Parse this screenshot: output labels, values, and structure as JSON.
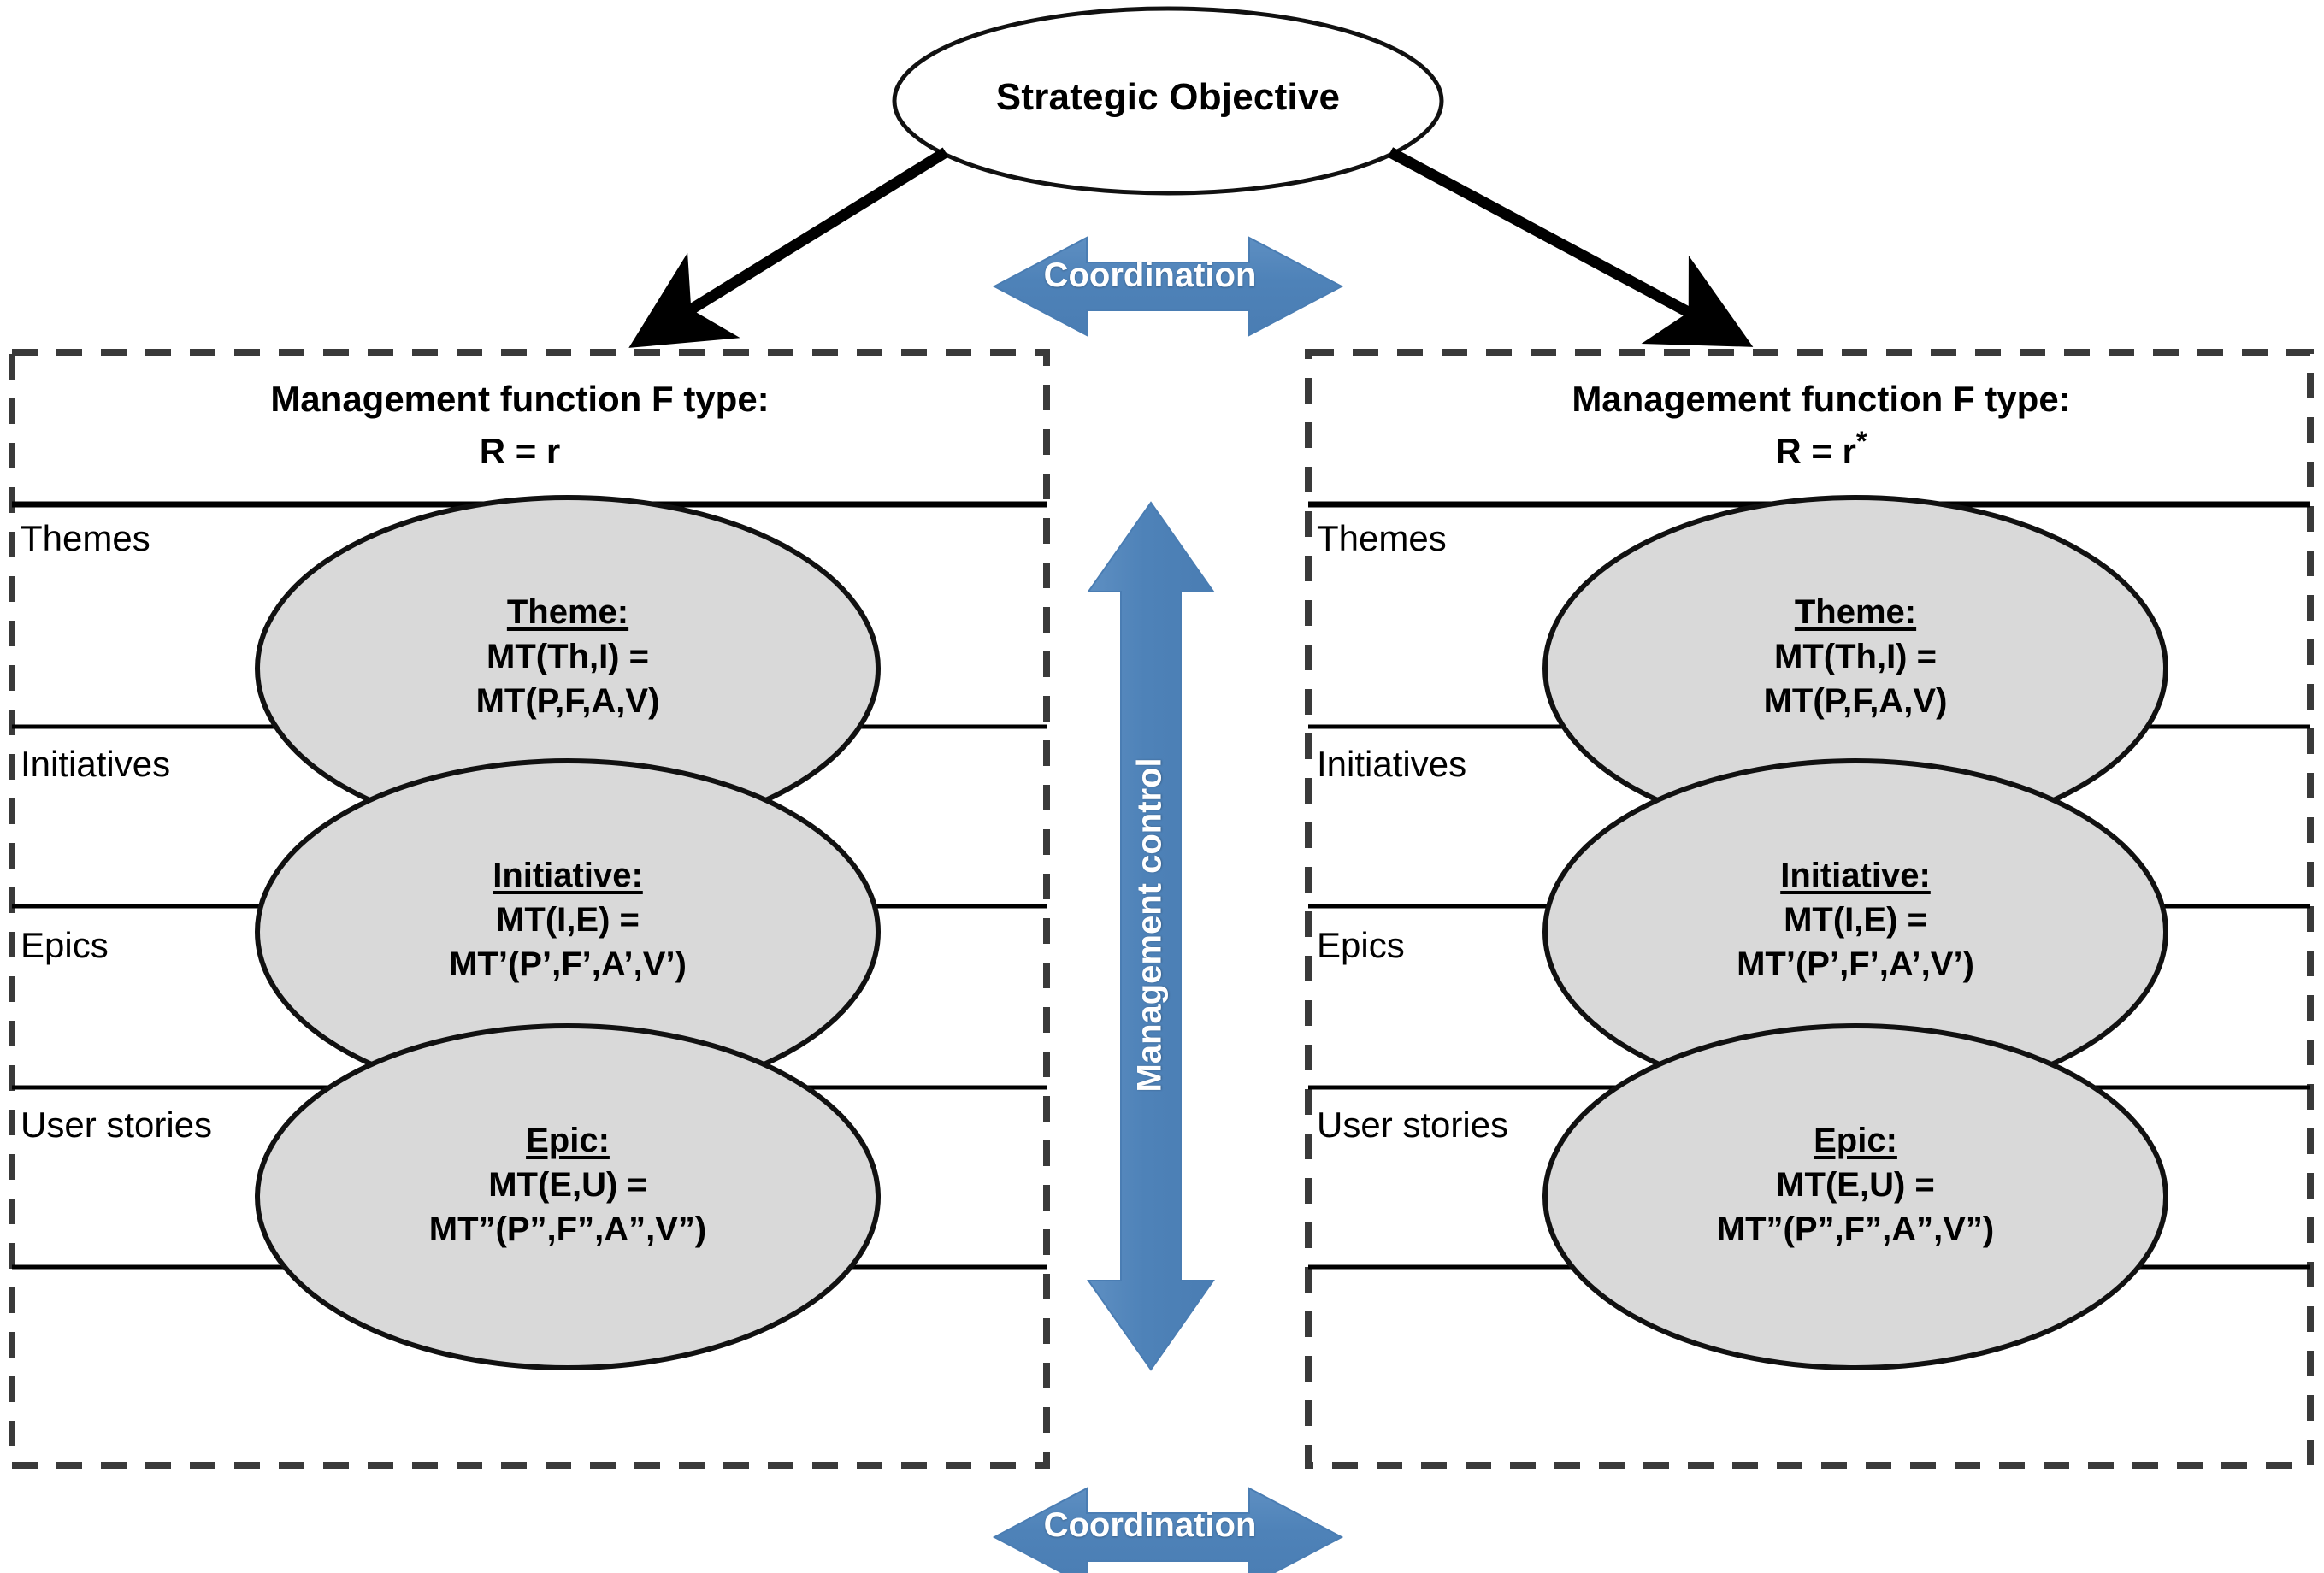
{
  "diagram": {
    "root_node": {
      "label": "Strategic Objective",
      "shape": "ellipse"
    },
    "arrows": {
      "coordination_top": "Coordination",
      "coordination_bottom": "Coordination",
      "management_control": "Management control"
    },
    "panels": [
      {
        "id": "left",
        "title_line1": "Management function F type:",
        "title_line2": "R = r",
        "title_line2_plain": "R = r",
        "row_labels": [
          "Themes",
          "Initiatives",
          "Epics",
          "User stories"
        ],
        "nodes": [
          {
            "header": "Theme:",
            "line1": "MT(Th,I) =",
            "line2": "MT(P,F,A,V)"
          },
          {
            "header": "Initiative:",
            "line1": "MT(I,E) =",
            "line2": "MT’(P’,F’,A’,V’)"
          },
          {
            "header": "Epic:",
            "line1": "MT(E,U) =",
            "line2": "MT”(P”,F”,A”,V”)"
          }
        ]
      },
      {
        "id": "right",
        "title_line1": "Management function F type:",
        "title_line2": "R = r",
        "title_line2_sup": "*",
        "title_line2_plain": "R = r*",
        "row_labels": [
          "Themes",
          "Initiatives",
          "Epics",
          "User stories"
        ],
        "nodes": [
          {
            "header": "Theme:",
            "line1": "MT(Th,I) =",
            "line2": "MT(P,F,A,V)"
          },
          {
            "header": "Initiative:",
            "line1": "MT(I,E) =",
            "line2": "MT’(P’,F’,A’,V’)"
          },
          {
            "header": "Epic:",
            "line1": "MT(E,U) =",
            "line2": "MT”(P”,F”,A”,V”)"
          }
        ]
      }
    ],
    "colors": {
      "arrow_blue": "#4E82B8",
      "arrow_blue_dark": "#3C6FA5",
      "node_fill": "#D9D9D9",
      "stroke": "#000000",
      "dashed_border": "#3A3A3A"
    }
  }
}
